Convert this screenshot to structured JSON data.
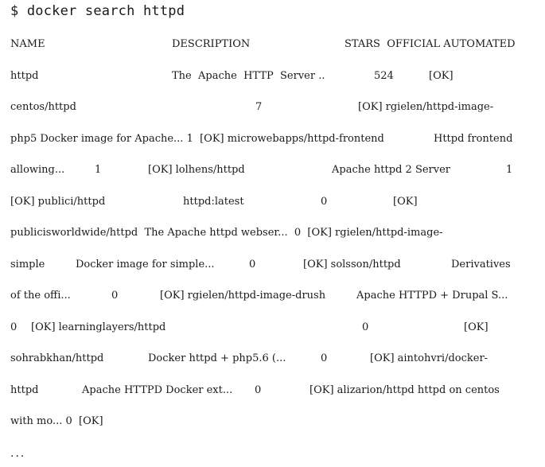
{
  "command": "$ docker search httpd",
  "header": {
    "name": "NAME",
    "description": "DESCRIPTION",
    "stars_official_automated": "STARS  OFFICIAL AUTOMATED"
  },
  "lines": [
    [
      "httpd",
      "The  Apache  HTTP  Server ..",
      "524",
      "[OK]"
    ],
    [
      "centos/httpd",
      "7",
      "[OK] rgielen/httpd-image-"
    ],
    [
      "php5 Docker image for Apache... 1  [OK] microwebapps/httpd-frontend",
      "Httpd frontend"
    ],
    [
      "allowing...",
      "1",
      "[OK] lolhens/httpd",
      "Apache httpd 2 Server",
      "1"
    ],
    [
      "[OK] publici/httpd",
      "httpd:latest",
      "0",
      "[OK]"
    ],
    [
      "publicisworldwide/httpd  The Apache httpd webser...  0  [OK] rgielen/httpd-image-"
    ],
    [
      "simple",
      "Docker image for simple...",
      "0",
      "[OK] solsson/httpd",
      "Derivatives"
    ],
    [
      "of the offi...",
      "0",
      "[OK] rgielen/httpd-image-drush",
      "Apache HTTPD + Drupal S..."
    ],
    [
      "0",
      "[OK] learninglayers/httpd",
      "0",
      "[OK]"
    ],
    [
      "sohrabkhan/httpd",
      "Docker httpd + php5.6 (...",
      "0",
      "[OK] aintohvri/docker-"
    ],
    [
      "httpd",
      "Apache HTTPD Docker ext...",
      "0",
      "[OK] alizarion/httpd httpd on centos"
    ],
    [
      "with mo... 0  [OK]"
    ]
  ],
  "more": "..."
}
